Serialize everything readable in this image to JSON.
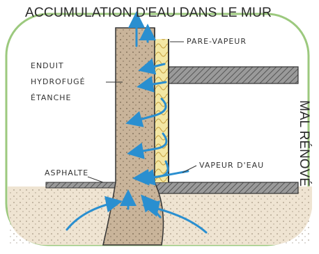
{
  "title": {
    "part_top": "ACCUMULATION D'EAU DANS LE MUR",
    "part_right": "MAL RÉNOVÉ"
  },
  "labels": {
    "pare_vapeur": "PARE-VAPEUR",
    "enduit_1": "ENDUIT",
    "enduit_2": "HYDROFUGÉ",
    "enduit_3": "ÉTANCHE",
    "vapeur": "VAPEUR D'EAU",
    "asphalte": "ASPHALTE"
  },
  "colors": {
    "frame": "#9cc97e",
    "wall": "#c9b49a",
    "ground": "#efe4d2",
    "insulation": "#f3e7a4",
    "floor": "#8a8a8a",
    "arrow": "#2a8fd0"
  }
}
